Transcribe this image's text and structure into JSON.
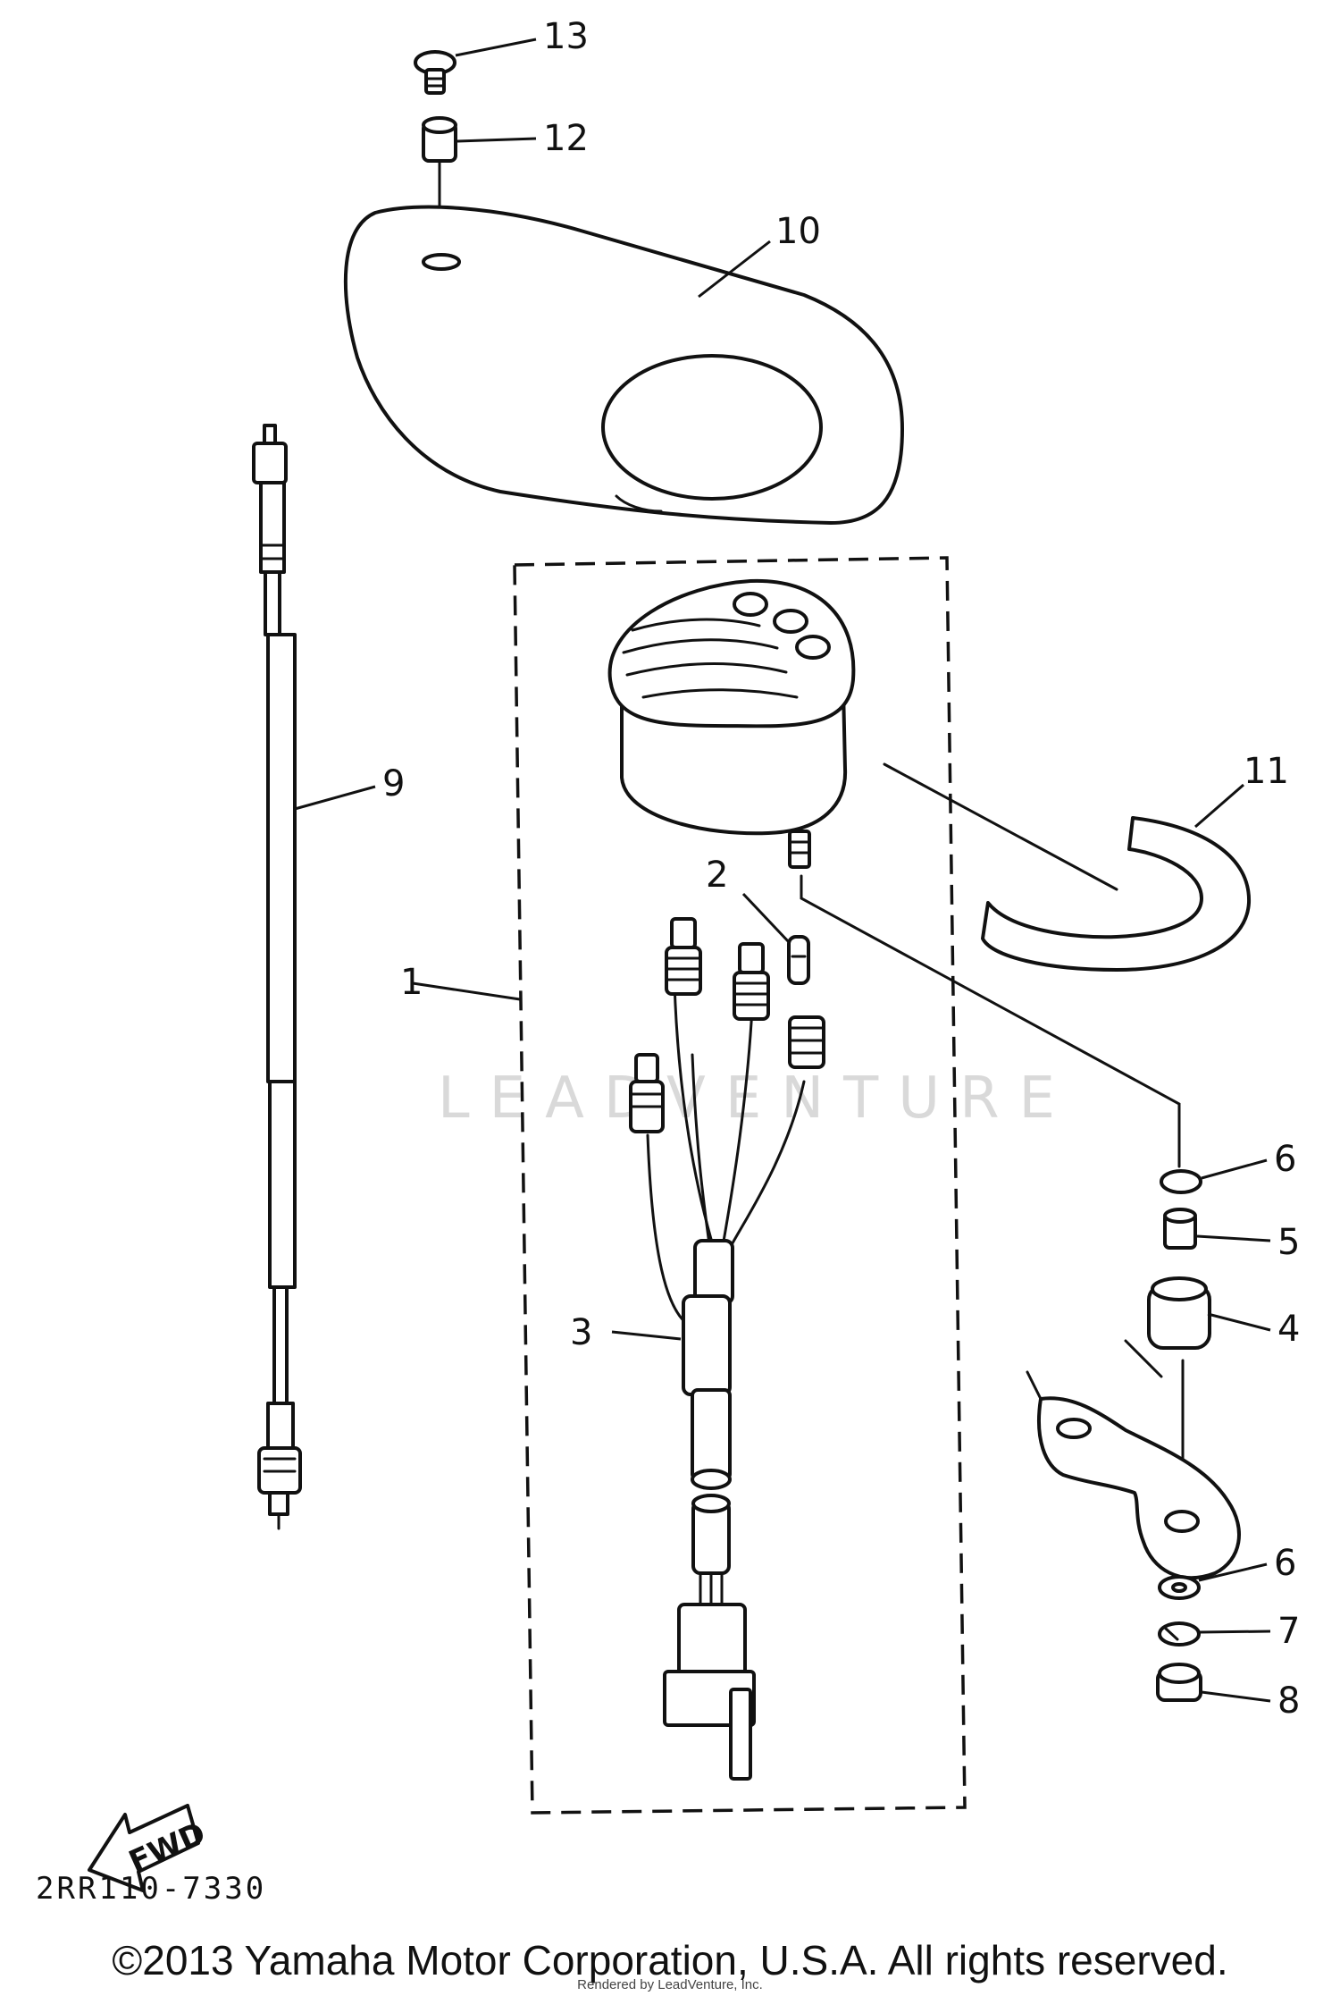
{
  "diagram": {
    "callouts": [
      {
        "key": "c13",
        "label": "13"
      },
      {
        "key": "c12",
        "label": "12"
      },
      {
        "key": "c10",
        "label": "10"
      },
      {
        "key": "c9",
        "label": "9"
      },
      {
        "key": "c11",
        "label": "11"
      },
      {
        "key": "c2",
        "label": "2"
      },
      {
        "key": "c1",
        "label": "1"
      },
      {
        "key": "c6a",
        "label": "6"
      },
      {
        "key": "c5",
        "label": "5"
      },
      {
        "key": "c4",
        "label": "4"
      },
      {
        "key": "c3",
        "label": "3"
      },
      {
        "key": "c6b",
        "label": "6"
      },
      {
        "key": "c7",
        "label": "7"
      },
      {
        "key": "c8",
        "label": "8"
      }
    ],
    "fwd_label": "FWD",
    "diagram_code": "2RR110-7330",
    "watermark": "LEADVENTURE"
  },
  "footer": {
    "copyright": "©2013 Yamaha Motor Corporation, U.S.A. All rights reserved.",
    "rendered_by": "Rendered by LeadVenture, Inc."
  }
}
